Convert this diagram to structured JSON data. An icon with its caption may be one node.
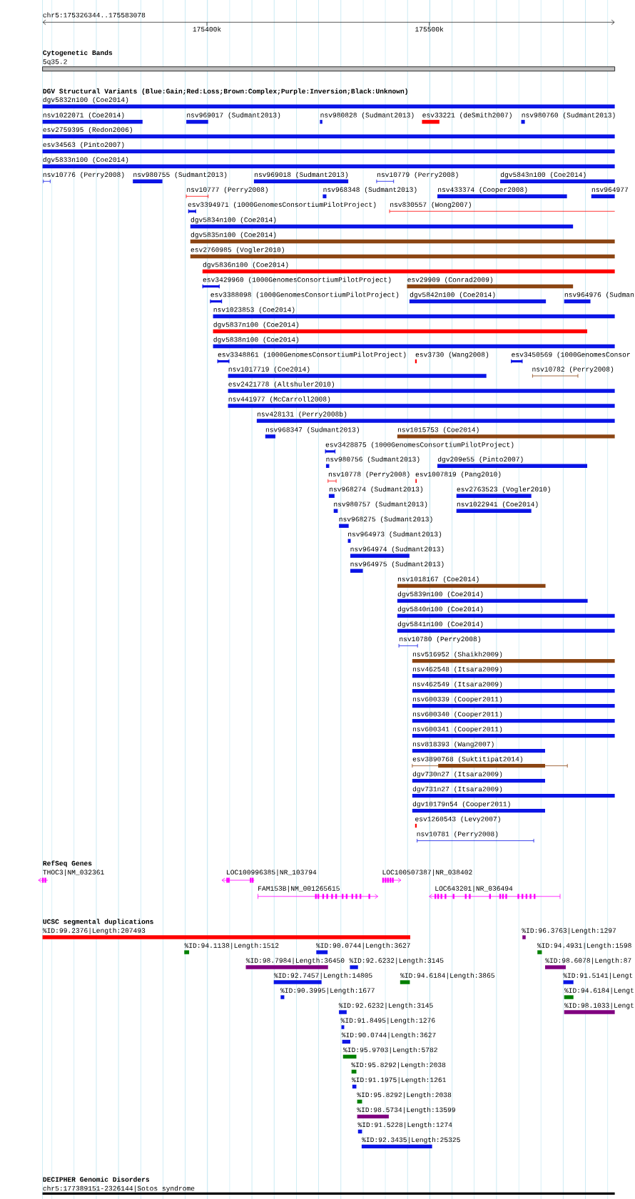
{
  "diagram": {
    "labels": [
      "chr5:175326344..175583078",
      "175400k",
      "175500k",
      "Cytogenetic Bands",
      "5q35.2",
      "DGV Structural Variants (Blue:Gain;Red:Loss;Brown:Complex;Purple:Inversion;Black:Unknown)",
      "dgv5832n100 (Coe2014)",
      "nsv1022071 (Coe2014)",
      "nsv969017 (Sudmant2013)",
      "nsv980828 (Sudmant2013)",
      "esv33221 (deSmith2007)",
      "nsv980760 (Sudmant2013)",
      "esv2759395 (Redon2006)",
      "esv34563 (Pinto2007)",
      "dgv5833n100 (Coe2014)",
      "nsv10776 (Perry2008)",
      "nsv980755 (Sudmant2013)",
      "nsv969018 (Sudmant2013)",
      "nsv10779 (Perry2008)",
      "dgv5843n100 (Coe2014)",
      "nsv10777 (Perry2008)",
      "nsv968348 (Sudmant2013)",
      "nsv433374 (Cooper2008)",
      "nsv964977",
      "esv3394971 (1000GenomesConsortiumPilotProject)",
      "nsv830557 (Wong2007)",
      "dgv5834n100 (Coe2014)",
      "dgv5835n100 (Coe2014)",
      "esv2760985 (Vogler2010)",
      "dgv5836n100 (Coe2014)",
      "esv3429960 (1000GenomesConsortiumPilotProject)",
      "esv29909 (Conrad2009)",
      "esv3388098 (1000GenomesConsortiumPilotProject)",
      "dgv5842n100 (Coe2014)",
      "nsv964976 (Sudman",
      "nsv1023853 (Coe2014)",
      "dgv5837n100 (Coe2014)",
      "dgv5838n100 (Coe2014)",
      "esv3348861 (1000GenomesConsortiumPilotProject)",
      "esv3730 (Wang2008)",
      "esv3450569 (1000GenomesConsor",
      "nsv1017719 (Coe2014)",
      "nsv10782 (Perry2008)",
      "esv2421778 (Altshuler2010)",
      "nsv441977 (McCarroll2008)",
      "nsv428131 (Perry2008b)",
      "nsv968347 (Sudmant2013)",
      "nsv1015753 (Coe2014)",
      "esv3428875 (1000GenomesConsortiumPilotProject)",
      "nsv980756 (Sudmant2013)",
      "dgv209e55 (Pinto2007)",
      "nsv10778 (Perry2008)",
      "esv1007819 (Pang2010)",
      "nsv968274 (Sudmant2013)",
      "esv2763523 (Vogler2010)",
      "nsv980757 (Sudmant2013)",
      "nsv1022941 (Coe2014)",
      "nsv968275 (Sudmant2013)",
      "nsv964973 (Sudmant2013)",
      "nsv964974 (Sudmant2013)",
      "nsv964975 (Sudmant2013)",
      "nsv1018167 (Coe2014)",
      "dgv5839n100 (Coe2014)",
      "dgv5840n100 (Coe2014)",
      "dgv5841n100 (Coe2014)",
      "nsv10780 (Perry2008)",
      "nsv516952 (Shaikh2009)",
      "nsv462548 (Itsara2009)",
      "nsv462549 (Itsara2009)",
      "nsv600339 (Cooper2011)",
      "nsv600340 (Cooper2011)",
      "nsv600341 (Cooper2011)",
      "nsv818393 (Wang2007)",
      "esv3890768 (Suktitipat2014)",
      "dgv730n27 (Itsara2009)",
      "dgv731n27 (Itsara2009)",
      "dgv10179n54 (Cooper2011)",
      "esv1260543 (Levy2007)",
      "nsv10781 (Perry2008)",
      "RefSeq Genes",
      "THOC3|NM_032361",
      "LOC100996385|NR_103794",
      "LOC100507387|NR_038402",
      "FAM153B|NM_001265615",
      "LOC643201|NR_036494",
      "UCSC segmental duplications",
      "%ID:99.2376|Length:207493",
      "%ID:96.3763|Length:1297",
      "%ID:94.1138|Length:1512",
      "%ID:90.0744|Length:3627",
      "%ID:94.4931|Length:1598",
      "%ID:98.7984|Length:36450",
      "%ID:92.6232|Length:3145",
      "%ID:98.6078|Length:87",
      "%ID:92.7457|Length:14805",
      "%ID:94.6184|Length:3865",
      "%ID:91.5141|Lengt",
      "%ID:90.3995|Length:1677",
      "%ID:94.6184|Lengt",
      "%ID:92.6232|Length:3145",
      "%ID:98.1033|Lengt",
      "%ID:91.8495|Length:1276",
      "%ID:90.0744|Length:3627",
      "%ID:95.9703|Length:5782",
      "%ID:95.8292|Length:2038",
      "%ID:91.1975|Length:1261",
      "%ID:95.8292|Length:2038",
      "%ID:98.5734|Length:13599",
      "%ID:91.5228|Length:1274",
      "%ID:92.3435|Length:25325",
      "DECIPHER Genomic Disorders",
      "chr5:177389151-2326144|Sotos syndrome"
    ]
  }
}
